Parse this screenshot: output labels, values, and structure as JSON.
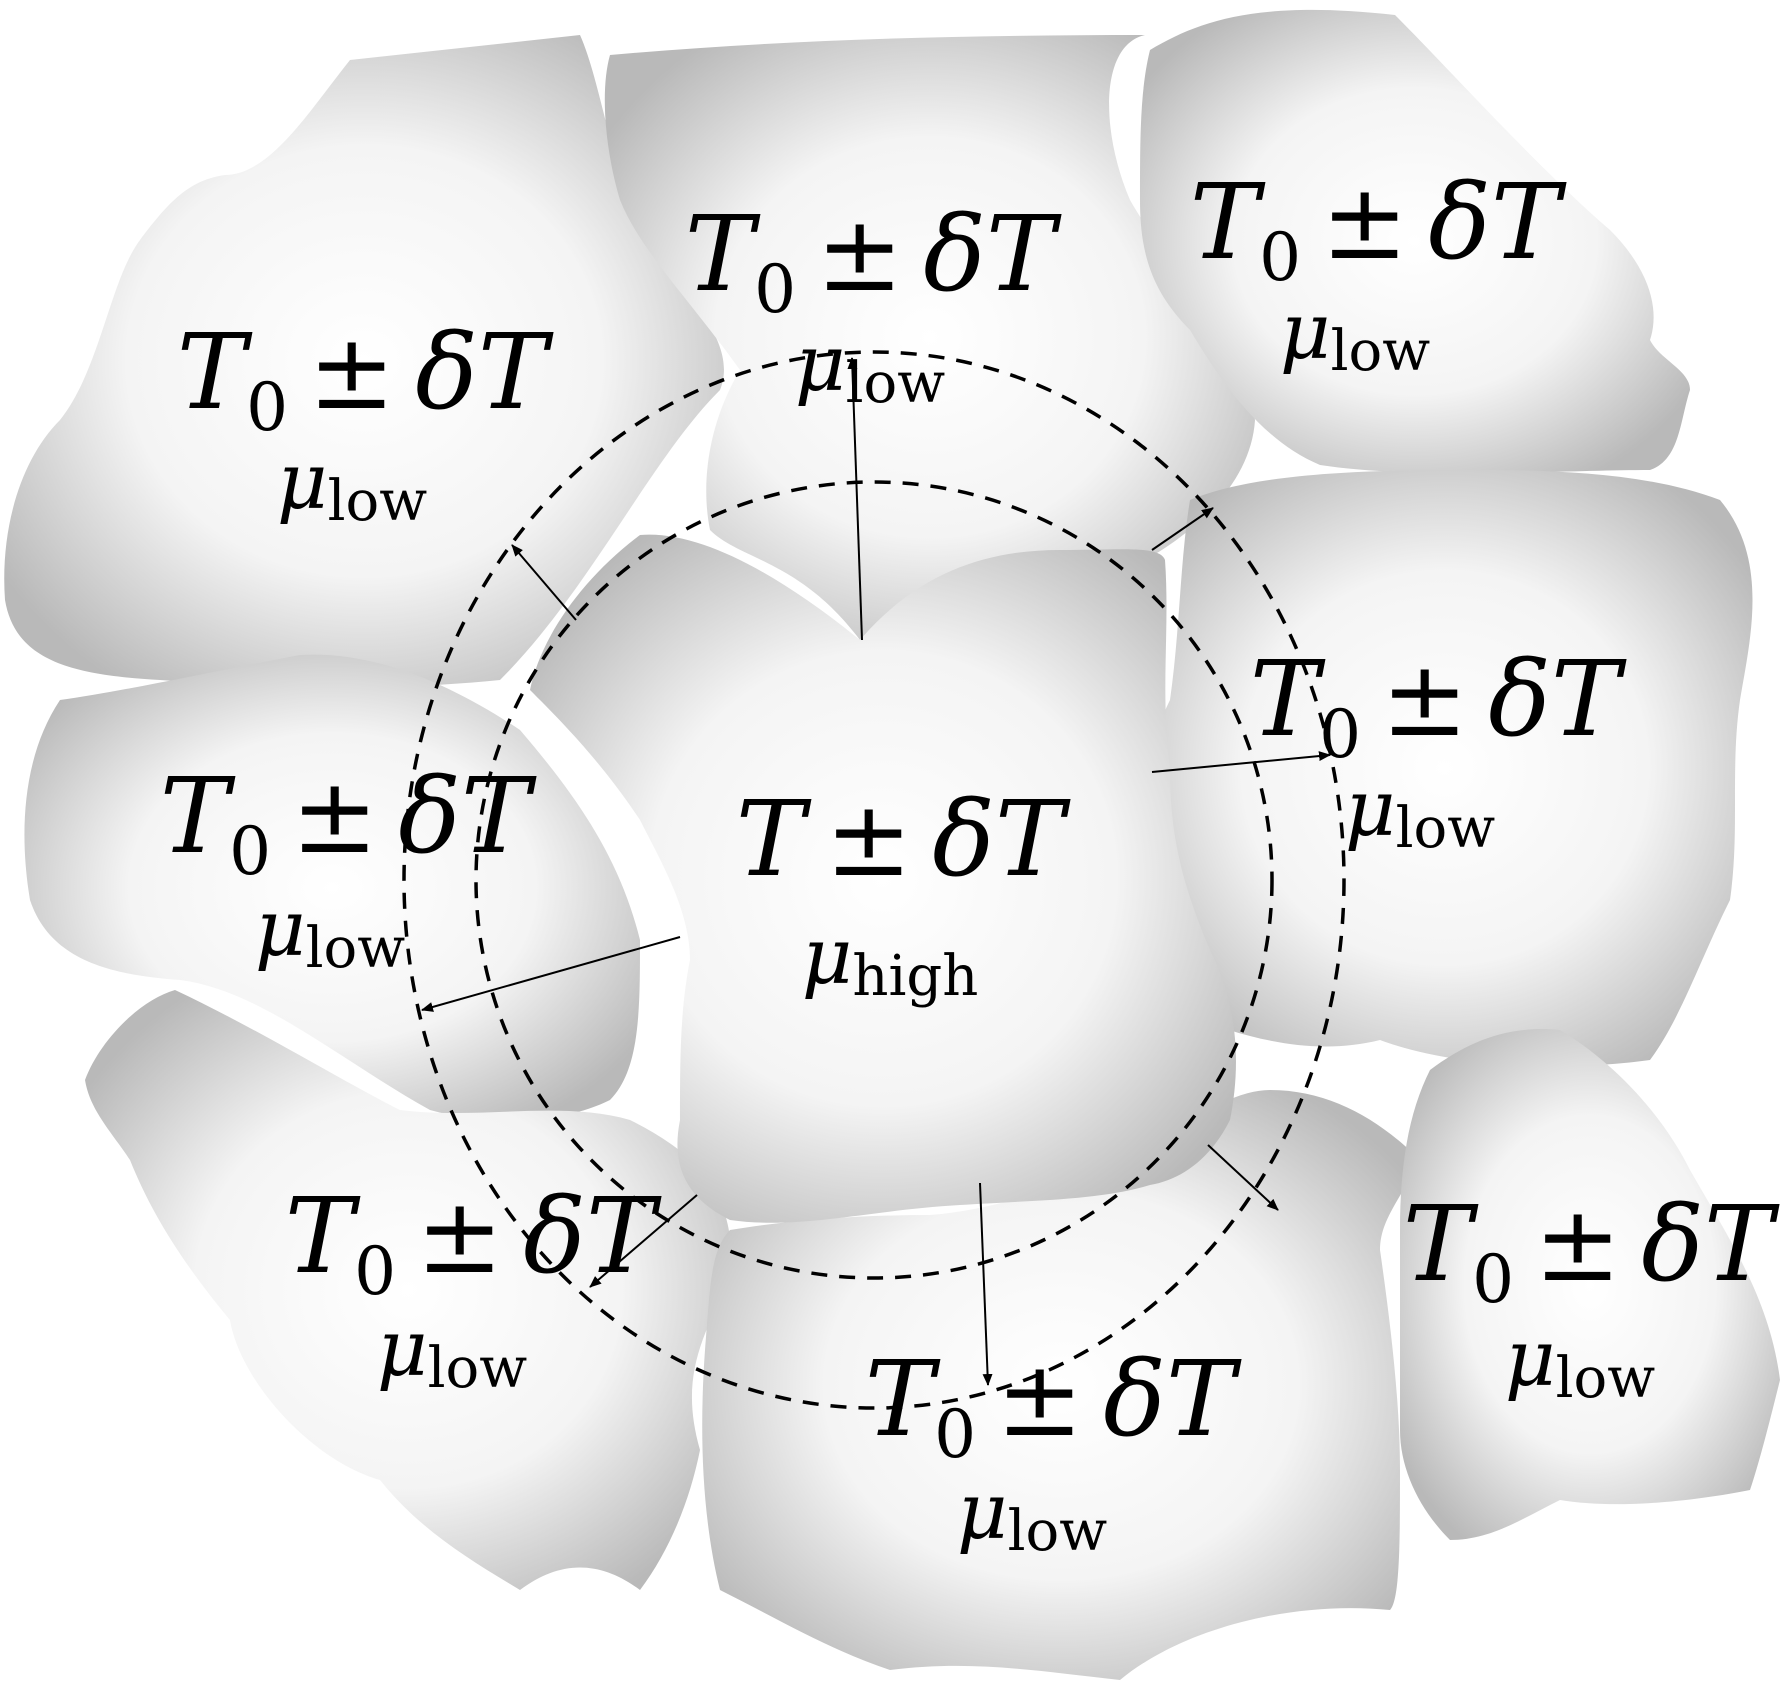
{
  "colors": {
    "grain_center": "#ffffff",
    "grain_edge": "#b9b9b9",
    "line": "#000000",
    "background": "#ffffff"
  },
  "center_grain": {
    "temp_symbol": "T",
    "pm": "±",
    "delta_symbol": "δT",
    "mu_symbol": "μ",
    "mu_subscript": "high"
  },
  "surrounding_grains": [
    {
      "temp_symbol": "T",
      "temp_subscript": "0",
      "pm": "±",
      "delta_symbol": "δT",
      "mu_symbol": "μ",
      "mu_subscript": "low"
    },
    {
      "temp_symbol": "T",
      "temp_subscript": "0",
      "pm": "±",
      "delta_symbol": "δT",
      "mu_symbol": "μ",
      "mu_subscript": "low"
    },
    {
      "temp_symbol": "T",
      "temp_subscript": "0",
      "pm": "±",
      "delta_symbol": "δT",
      "mu_symbol": "μ",
      "mu_subscript": "low"
    },
    {
      "temp_symbol": "T",
      "temp_subscript": "0",
      "pm": "±",
      "delta_symbol": "δT",
      "mu_symbol": "μ",
      "mu_subscript": "low"
    },
    {
      "temp_symbol": "T",
      "temp_subscript": "0",
      "pm": "±",
      "delta_symbol": "δT",
      "mu_symbol": "μ",
      "mu_subscript": "low"
    },
    {
      "temp_symbol": "T",
      "temp_subscript": "0",
      "pm": "±",
      "delta_symbol": "δT",
      "mu_symbol": "μ",
      "mu_subscript": "low"
    },
    {
      "temp_symbol": "T",
      "temp_subscript": "0",
      "pm": "±",
      "delta_symbol": "δT",
      "mu_symbol": "μ",
      "mu_subscript": "low"
    },
    {
      "temp_symbol": "T",
      "temp_subscript": "0",
      "pm": "±",
      "delta_symbol": "δT",
      "mu_symbol": "μ",
      "mu_subscript": "low"
    }
  ],
  "arrow_count": 8,
  "dashed_circle_count": 2
}
